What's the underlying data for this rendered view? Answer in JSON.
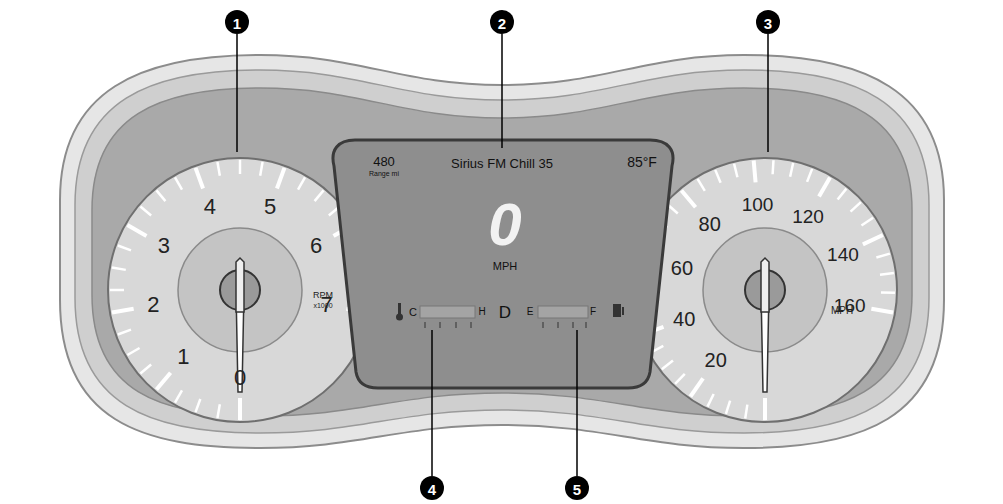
{
  "diagram": {
    "nodes": [
      {
        "text": [
          "0",
          "1",
          "2",
          "3",
          "4",
          "5",
          "6",
          "7",
          "RPM",
          "x1000"
        ]
      },
      {
        "text": [
          "480",
          "Range mi",
          "Sirius FM Chill 35",
          "85°F",
          "0",
          "MPH",
          "C",
          "H",
          "D",
          "E",
          "F"
        ]
      },
      {
        "text": [
          "20",
          "40",
          "60",
          "80",
          "100",
          "120",
          "140",
          "160",
          "MPH"
        ]
      }
    ],
    "labels": [
      "1",
      "2",
      "3",
      "4",
      "5"
    ]
  }
}
